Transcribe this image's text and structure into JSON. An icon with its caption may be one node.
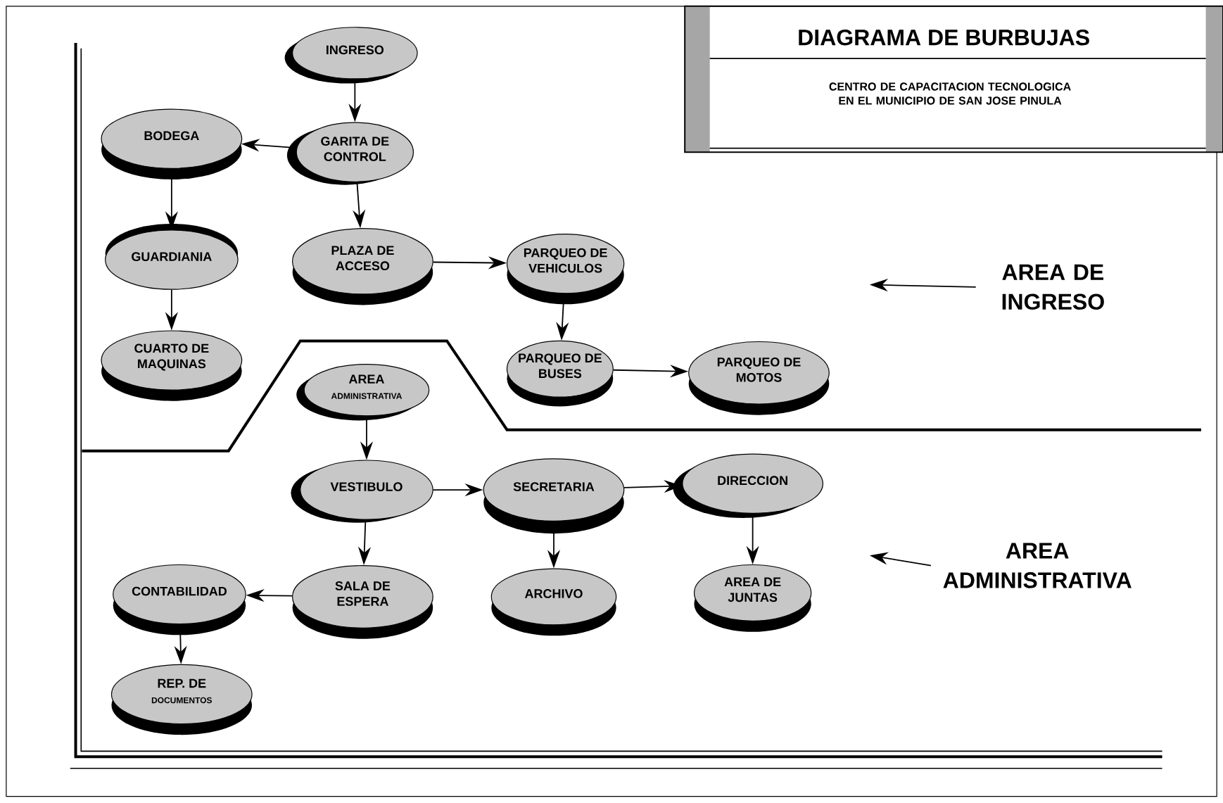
{
  "diagram": {
    "title": "DIAGRAMA DE BURBUJAS",
    "nodes": [
      {
        "text": [
          "INGRESO"
        ]
      },
      {
        "text": [
          "GARITA DE CONTROL"
        ]
      },
      {
        "text": [
          "BODEGA"
        ]
      },
      {
        "text": [
          "GUARDIANIA"
        ]
      },
      {
        "text": [
          "CUARTO DE MAQUINAS"
        ]
      },
      {
        "text": [
          "PLAZA DE ACCESO"
        ]
      },
      {
        "text": [
          "PARQUEO DE VEHICULOS"
        ]
      },
      {
        "text": [
          "PARQUEO DE BUSES"
        ]
      },
      {
        "text": [
          "PARQUEO DE MOTOS"
        ]
      },
      {
        "text": [
          "AREA",
          "ADMINISTRATIVA"
        ]
      },
      {
        "text": [
          "VESTIBULO"
        ]
      },
      {
        "text": [
          "SECRETARIA"
        ]
      },
      {
        "text": [
          "DIRECCION"
        ]
      },
      {
        "text": [
          "SALA DE ESPERA"
        ]
      },
      {
        "text": [
          "CONTABILIDAD"
        ]
      },
      {
        "text": [
          "ARCHIVO"
        ]
      },
      {
        "text": [
          "AREA DE JUNTAS"
        ]
      },
      {
        "text": [
          "REP. DE",
          "DOCUMENTOS"
        ]
      },
      {
        "text": [
          "AREA DE INGRESO"
        ]
      },
      {
        "text": [
          "AREA ADMINISTRATIVA"
        ]
      }
    ],
    "edges": [
      {
        "from": 0,
        "to": 1,
        "arrow": "to"
      },
      {
        "from": 1,
        "to": 2,
        "arrow": "to"
      },
      {
        "from": 1,
        "to": 5,
        "arrow": "to"
      },
      {
        "from": 2,
        "to": 3,
        "arrow": "to"
      },
      {
        "from": 3,
        "to": 4,
        "arrow": "to"
      },
      {
        "from": 5,
        "to": 6,
        "arrow": "to"
      },
      {
        "from": 6,
        "to": 7,
        "arrow": "to"
      },
      {
        "from": 7,
        "to": 8,
        "arrow": "to"
      },
      {
        "from": 9,
        "to": 10,
        "arrow": "to"
      },
      {
        "from": 10,
        "to": 11,
        "arrow": "to"
      },
      {
        "from": 11,
        "to": 12,
        "arrow": "to"
      },
      {
        "from": 10,
        "to": 13,
        "arrow": "to"
      },
      {
        "from": 11,
        "to": 15,
        "arrow": "to"
      },
      {
        "from": 12,
        "to": 16,
        "arrow": "to"
      },
      {
        "from": 13,
        "to": 14,
        "arrow": "to"
      },
      {
        "from": 14,
        "to": 17,
        "arrow": "to"
      },
      {
        "from": 18,
        "to": null,
        "arrow": "to"
      },
      {
        "from": 19,
        "to": null,
        "arrow": "to"
      }
    ],
    "labels": [
      "CENTRO DE CAPACITACION TECNOLOGICA EN EL MUNICIPIO DE SAN JOSE PINULA"
    ]
  }
}
